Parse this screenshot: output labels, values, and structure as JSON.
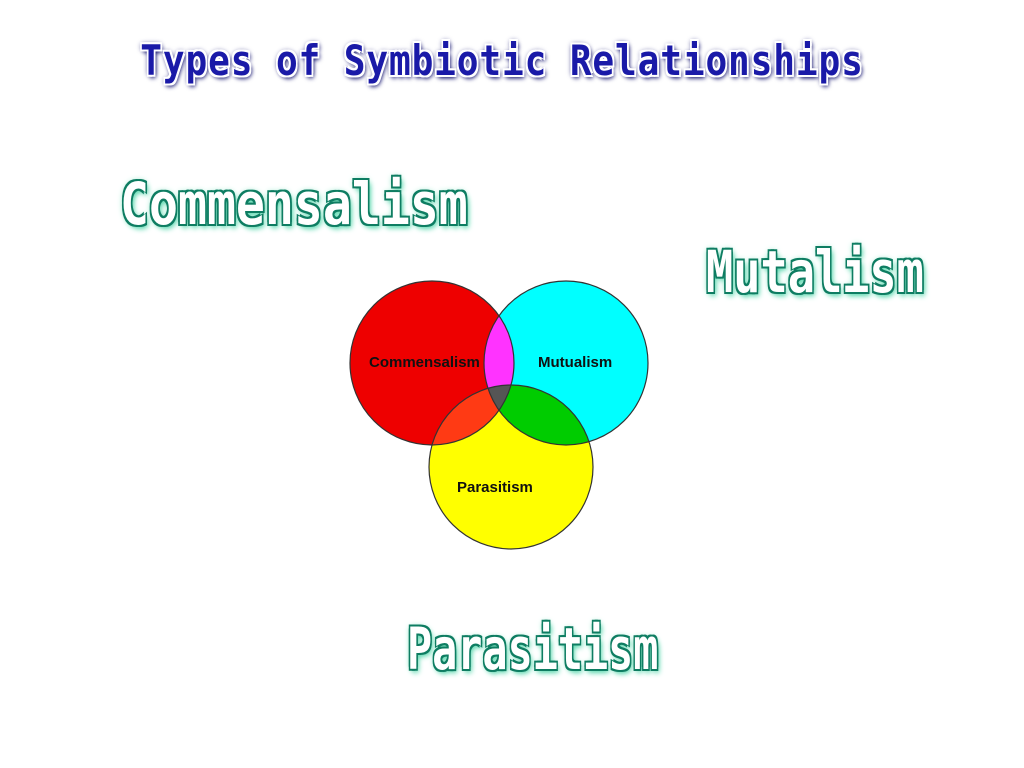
{
  "title": {
    "text": "Types of Symbiotic Relationships",
    "fill_color": "#1a1aa8",
    "outline_color": "#ffffff",
    "glow_color": "#0d0d6a"
  },
  "labels": {
    "commensalism": "Commensalism",
    "mutalism": "Mutalism",
    "parasitism": "Parasitism",
    "fill_color": "#ffffff",
    "outline_color": "#0e7d62",
    "glow_color": "#5fd8b0"
  },
  "venn": {
    "circles": [
      {
        "key": "commensalism",
        "label": "Commensalism",
        "color": "#ee0000"
      },
      {
        "key": "mutualism",
        "label": "Mutualism",
        "color": "#00ffff"
      },
      {
        "key": "parasitism",
        "label": "Parasitism",
        "color": "#ffff00"
      }
    ],
    "overlap_colors": {
      "commensalism_mutualism": "#ff33ff",
      "commensalism_parasitism": "#ff3a14",
      "mutualism_parasitism": "#00cc00",
      "all_three": "#555555"
    },
    "outline_color": "#333333"
  }
}
